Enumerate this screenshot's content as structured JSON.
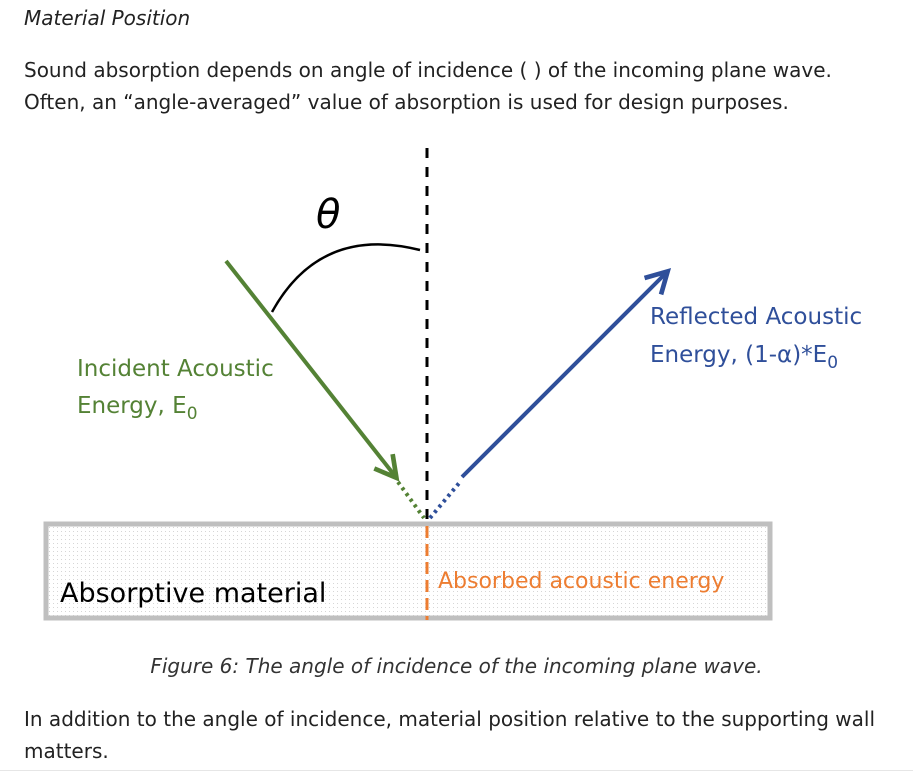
{
  "section_title": "Material Position",
  "intro": {
    "line1": "Sound absorption depends on angle of incidence ( ) of the incoming plane wave.",
    "line2": "Often, an “angle-averaged” value of absorption is used for design purposes."
  },
  "figure": {
    "theta_symbol": "θ",
    "incident_label_1": "Incident Acoustic",
    "incident_label_2": "Energy, E",
    "incident_subscript": "0",
    "reflected_label_1": "Reflected Acoustic",
    "reflected_label_2": "Energy, (1-α)*E",
    "reflected_subscript": "0",
    "material_label": "Absorptive material",
    "absorbed_label": "Absorbed acoustic energy",
    "colors": {
      "incident": "#548235",
      "reflected": "#2f4f9a",
      "absorbed": "#ed7d31",
      "material_border": "#bfbfbf"
    }
  },
  "caption": "Figure 6: The angle of incidence of the incoming plane wave.",
  "outro": {
    "text": "In addition to the angle of incidence, material position relative to the supporting wall matters."
  }
}
